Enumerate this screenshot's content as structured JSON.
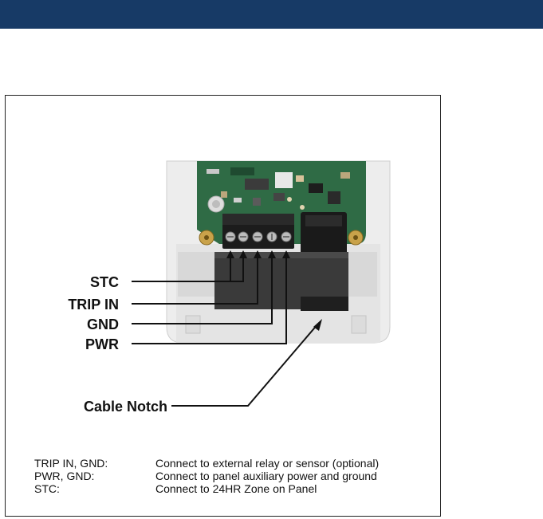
{
  "callouts": {
    "stc": "STC",
    "trip_in": "TRIP IN",
    "gnd": "GND",
    "pwr": "PWR",
    "cable_notch": "Cable Notch"
  },
  "legend": {
    "rows": [
      {
        "term": "TRIP IN, GND:",
        "description": "Connect to external relay or sensor (optional)"
      },
      {
        "term": "PWR, GND:",
        "description": "Connect to panel auxiliary power and ground"
      },
      {
        "term": "STC:",
        "description": "Connect to 24HR Zone on Panel"
      }
    ]
  },
  "colors": {
    "banner": "#173a66",
    "circuit_board": "#2f6b45",
    "terminal_block": "#1c1c1c",
    "housing": "#eeeeee",
    "leader_lines": "#111111"
  }
}
